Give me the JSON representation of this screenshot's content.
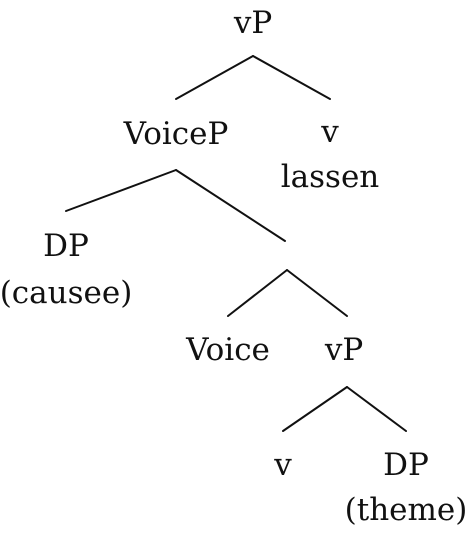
{
  "tree": {
    "root": {
      "label": "vP"
    },
    "voiceP": {
      "label": "VoiceP"
    },
    "top_v": {
      "label": "v",
      "subtitle": "lassen"
    },
    "causee_dp": {
      "label": "DP",
      "subtitle": "(causee)"
    },
    "voice": {
      "label": "Voice"
    },
    "lower_vp": {
      "label": "vP"
    },
    "lower_v": {
      "label": "v"
    },
    "theme_dp": {
      "label": "DP",
      "subtitle": "(theme)"
    }
  }
}
